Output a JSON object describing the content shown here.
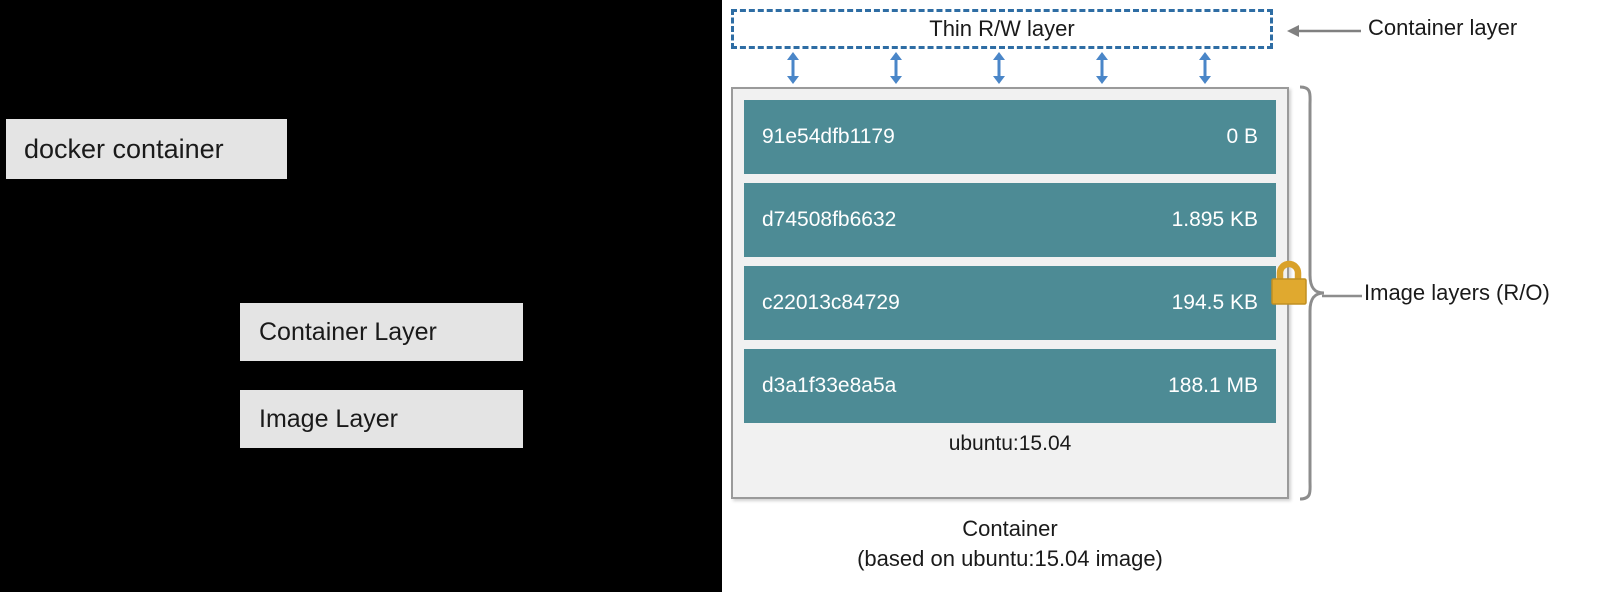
{
  "left_panel": {
    "legend": [
      {
        "id": "docker-container",
        "label": "docker container"
      },
      {
        "id": "container-layer",
        "label": "Container Layer"
      },
      {
        "id": "image-layer",
        "label": "Image Layer"
      }
    ]
  },
  "diagram": {
    "rw_layer": {
      "label": "Thin R/W layer"
    },
    "callouts": {
      "container_layer": "Container layer",
      "image_layers": "Image layers (R/O)"
    },
    "arrow_count": 5,
    "layers": [
      {
        "hash": "91e54dfb1179",
        "size": "0 B"
      },
      {
        "hash": "d74508fb6632",
        "size": "1.895 KB"
      },
      {
        "hash": "c22013c84729",
        "size": "194.5 KB"
      },
      {
        "hash": "d3a1f33e8a5a",
        "size": "188.1 MB"
      }
    ],
    "image_name": "ubuntu:15.04",
    "caption": {
      "line1": "Container",
      "line2": "(based on ubuntu:15.04 image)"
    },
    "icons": {
      "lock": "lock-icon",
      "brace": "curly-brace-icon",
      "arrow": "double-headed-arrow-icon"
    },
    "colors": {
      "layer_fill": "#4d8b95",
      "rw_border": "#2e6da4",
      "arrow": "#4a86c8",
      "lock": "#d9a12a",
      "card_bg": "#f1f1f1",
      "legend_bg": "#e4e4e4",
      "panel_bg": "#000000"
    }
  }
}
